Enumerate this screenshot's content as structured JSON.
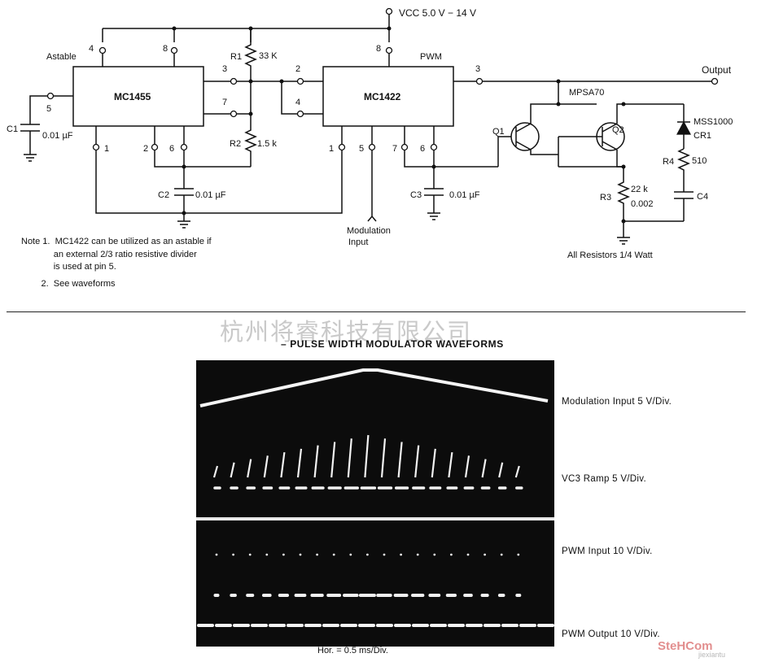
{
  "schematic": {
    "vcc_label": "VCC 5.0 V − 14 V",
    "ic1_label": "MC1455",
    "ic2_label": "MC1422",
    "astable_label": "Astable",
    "pwm_label": "PWM",
    "output_label": "Output",
    "modulation_input_label_1": "Modulation",
    "modulation_input_label_2": "Input",
    "r1_label": "R1",
    "r1_value": "33 K",
    "r2_label": "R2",
    "r2_value": "1.5 k",
    "r3_label": "R3",
    "r3_value_1": "22 k",
    "r3_value_2": "0.002",
    "r4_label": "R4",
    "r4_value": "510",
    "c1_label": "C1",
    "c1_value": "0.01 µF",
    "c2_label": "C2",
    "c2_value": "0.01 µF",
    "c3_label": "C3",
    "c3_value": "0.01 µF",
    "c4_label": "C4",
    "q1_label": "Q1",
    "q2_label": "Q2",
    "transistor_label": "MPSA70",
    "diode_label": "MSS1000",
    "cr1_label": "CR1",
    "resistor_note": "All Resistors 1/4 Watt",
    "ic1_pins": [
      "4",
      "8",
      "3",
      "7",
      "5",
      "1",
      "2",
      "6"
    ],
    "ic2_pins": [
      "8",
      "2",
      "4",
      "3",
      "1",
      "5",
      "7",
      "6"
    ]
  },
  "notes": {
    "line1": "Note 1.  MC1422 can be utilized as an astable if",
    "line2": "             an external 2/3 ratio resistive divider",
    "line3": "             is used at pin 5.",
    "line4": "        2.  See waveforms"
  },
  "watermark": "杭州将睿科技有限公司",
  "waveforms": {
    "title": "– PULSE WIDTH MODULATOR WAVEFORMS",
    "channels": [
      "Modulation Input 5 V/Div.",
      "VC3 Ramp 5 V/Div.",
      "PWM Input 10 V/Div.",
      "PWM Output 10 V/Div."
    ],
    "horizontal": "Hor. = 0.5 ms/Div."
  },
  "footer_watermark": {
    "brand": "SteHCom",
    "site": "jiexiantu"
  }
}
